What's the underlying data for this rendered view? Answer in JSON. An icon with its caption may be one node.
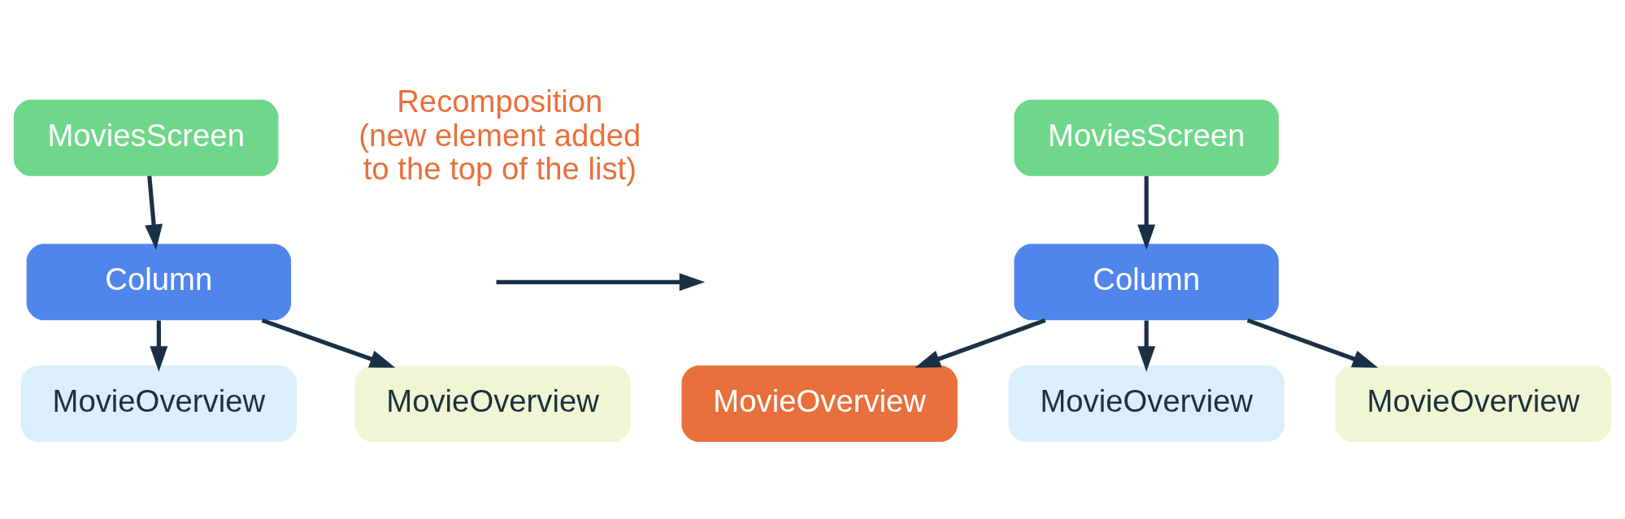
{
  "diagram": {
    "nodes": [
      {
        "text": [
          "MoviesScreen"
        ]
      },
      {
        "text": [
          "Column"
        ]
      },
      {
        "text": [
          "MovieOverview"
        ]
      },
      {
        "text": [
          "MovieOverview"
        ]
      },
      {
        "text": [
          "MoviesScreen"
        ]
      },
      {
        "text": [
          "Column"
        ]
      },
      {
        "text": [
          "MovieOverview"
        ]
      },
      {
        "text": [
          "MovieOverview"
        ]
      },
      {
        "text": [
          "MovieOverview"
        ]
      }
    ],
    "edges": [
      {
        "from": 0,
        "to": 1,
        "arrow": "to"
      },
      {
        "from": 1,
        "to": 2,
        "arrow": "to"
      },
      {
        "from": 1,
        "to": 3,
        "arrow": "to"
      },
      {
        "from": 4,
        "to": 5,
        "arrow": "to"
      },
      {
        "from": 5,
        "to": 6,
        "arrow": "to"
      },
      {
        "from": 5,
        "to": 7,
        "arrow": "to"
      },
      {
        "from": 5,
        "to": 8,
        "arrow": "to"
      }
    ],
    "labels": [
      "Recomposition (new element added to the top of the list)"
    ]
  }
}
